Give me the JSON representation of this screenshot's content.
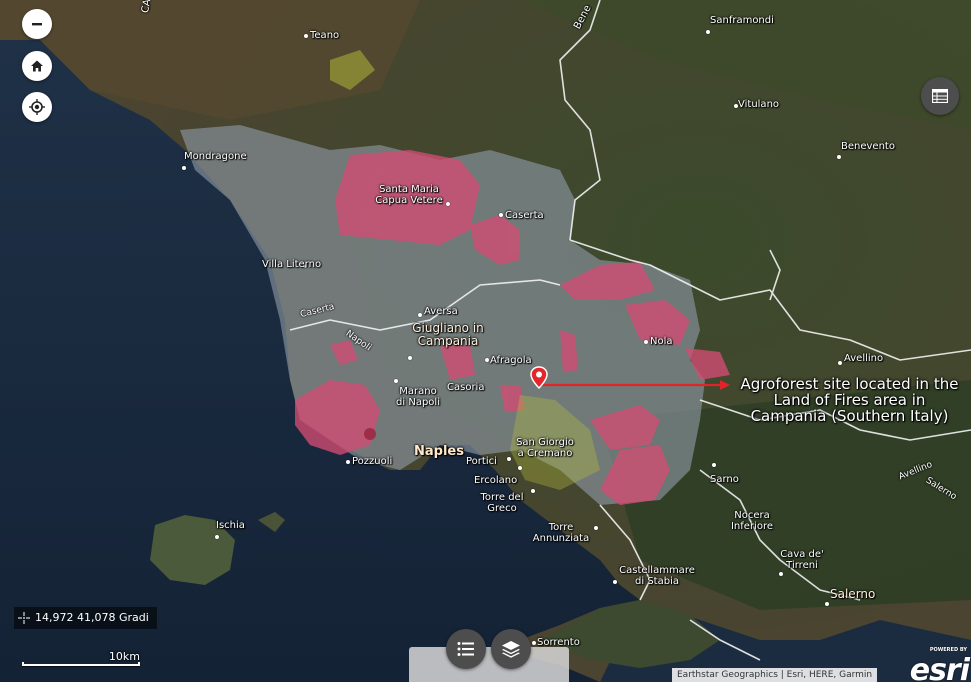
{
  "map": {
    "places": {
      "teano": "Teano",
      "sanframondi": "Sanframondi",
      "vitulano": "Vitulano",
      "benevento": "Benevento",
      "mondragone": "Mondragone",
      "santa_maria_line1": "Santa Maria",
      "santa_maria_line2": "Capua Vetere",
      "caserta": "Caserta",
      "villa_literno": "Villa Literno",
      "aversa": "Aversa",
      "giugliano_line1": "Giugliano in",
      "giugliano_line2": "Campania",
      "nola": "Nola",
      "afragola": "Afragola",
      "casoria": "Casoria",
      "marano_line1": "Marano",
      "marano_line2": "di Napoli",
      "avellino": "Avellino",
      "san_giorgio_line1": "San Giorgio",
      "san_giorgio_line2": "a Cremano",
      "naples": "Naples",
      "pozzuoli": "Pozzuoli",
      "portici": "Portici",
      "ercolano": "Ercolano",
      "torre_greco_line1": "Torre del",
      "torre_greco_line2": "Greco",
      "sarno": "Sarno",
      "nocera_line1": "Nocera",
      "nocera_line2": "Inferiore",
      "ischia": "Ischia",
      "torre_annunziata_line1": "Torre",
      "torre_annunziata_line2": "Annunziata",
      "cava_line1": "Cava de'",
      "cava_line2": "Tirreni",
      "castellammare_line1": "Castellammare",
      "castellammare_line2": "di Stabia",
      "salerno": "Salerno",
      "sorrento": "Sorrento",
      "campi": "CAMP",
      "bene": "Bene"
    },
    "roads": {
      "caserta_road": "Caserta",
      "napoli_road": "Napoli",
      "avellino_road": "Avellino",
      "salerno_road": "Salerno"
    },
    "annotation": {
      "line1": "Agroforest  site located in the",
      "line2": "Land of Fires area in",
      "line3": "Campania (Southern Italy)"
    },
    "marker_color": "#e3262c",
    "arrow_color": "#e0242a",
    "polygon_pink": "#d24d73",
    "polygon_grey": "#8e9aa6"
  },
  "controls": {
    "zoom_out_icon": "minus-icon",
    "home_icon": "home-icon",
    "locate_icon": "locate-icon",
    "legend_icon": "list-icon",
    "layers_icon": "layers-icon",
    "table_icon": "table-icon"
  },
  "coordinates": {
    "text": "14,972 41,078 Gradi"
  },
  "scale": {
    "label": "10km"
  },
  "attribution": {
    "text": "Earthstar Geographics | Esri, HERE, Garmin"
  },
  "branding": {
    "powered_by": "POWERED BY",
    "wordmark": "esri"
  }
}
